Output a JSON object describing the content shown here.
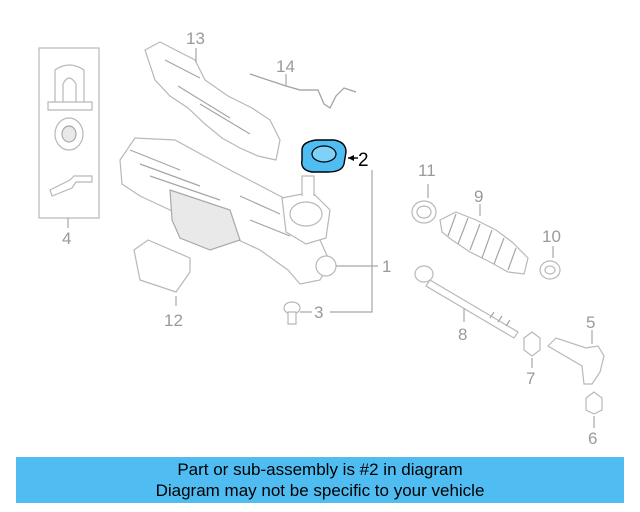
{
  "diagram": {
    "callouts": {
      "c1": "1",
      "c2": "2",
      "c3": "3",
      "c4": "4",
      "c5": "5",
      "c6": "6",
      "c7": "7",
      "c8": "8",
      "c9": "9",
      "c10": "10",
      "c11": "11",
      "c12": "12",
      "c13": "13",
      "c14": "14"
    },
    "highlight_color": "#4fbdf2"
  },
  "banner": {
    "line1": "Part or sub-assembly is #2 in diagram",
    "line2": "Diagram may not be specific to your vehicle",
    "color": "#4fbdf2"
  }
}
